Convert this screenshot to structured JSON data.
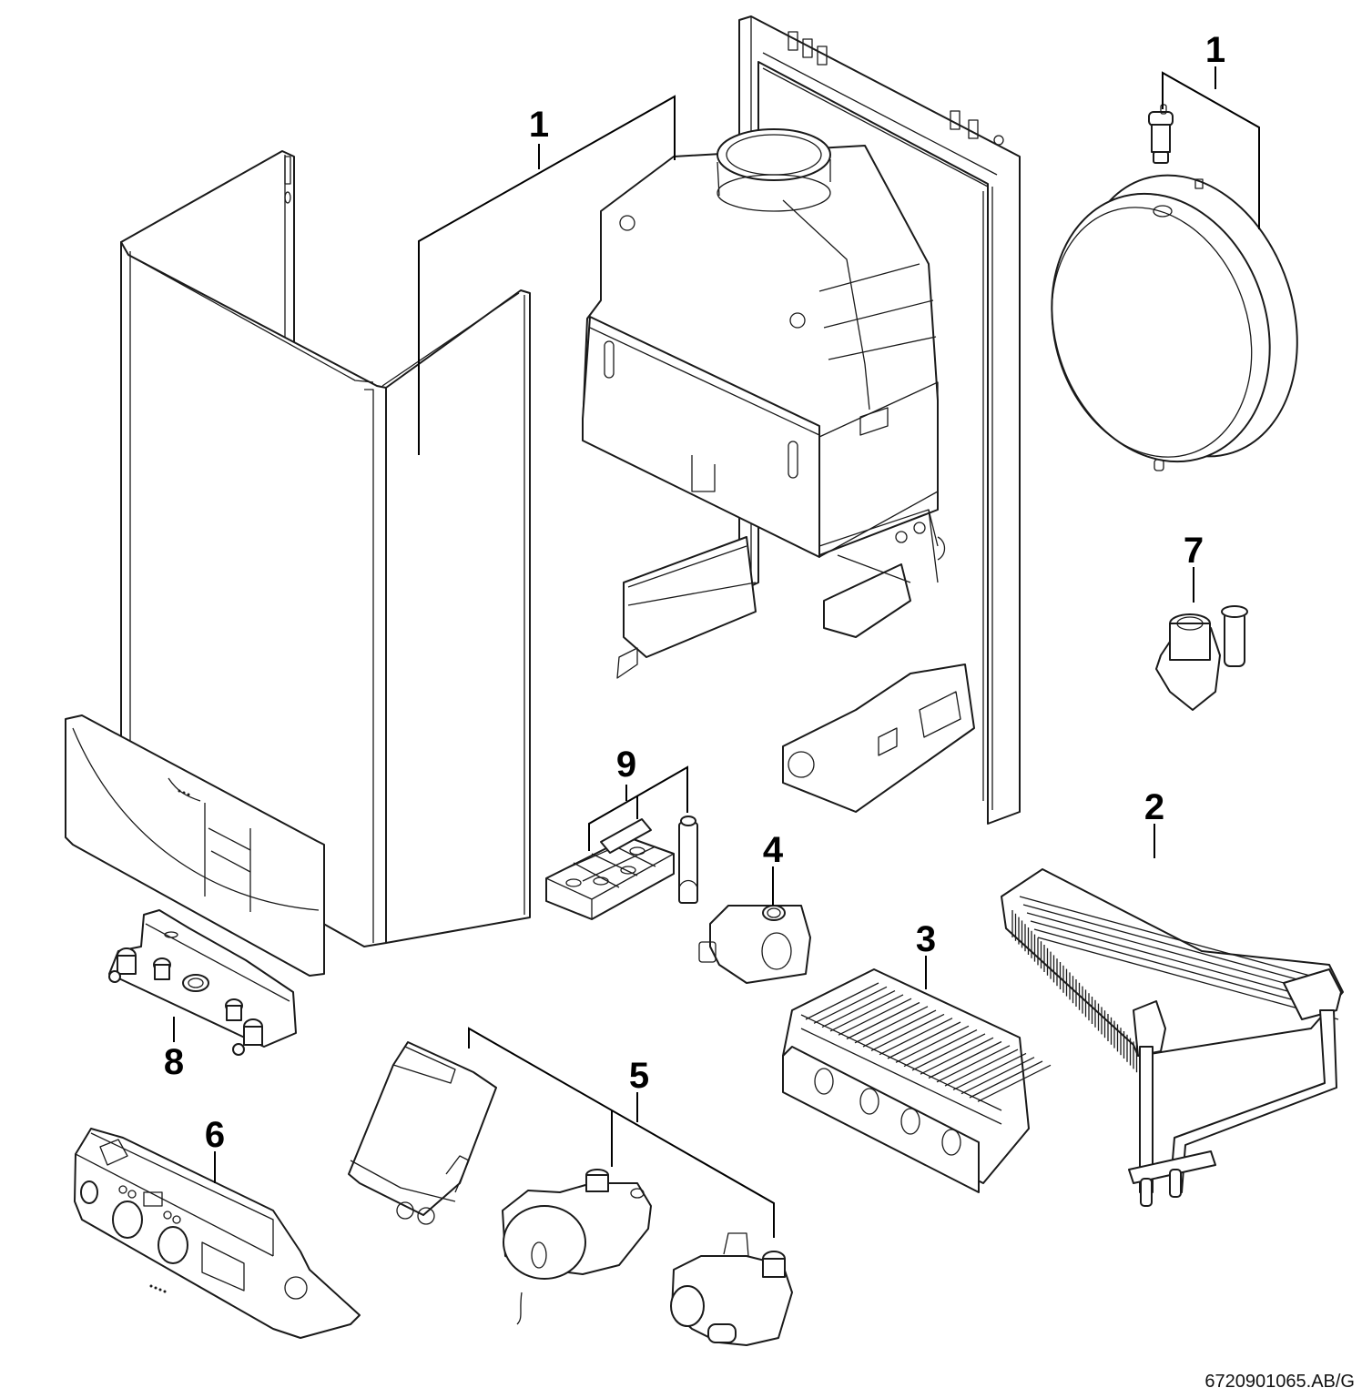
{
  "diagram": {
    "type": "exploded-parts-view",
    "subject": "wall-hung gas boiler",
    "document_id": "6720901065.AB/G",
    "callouts": [
      {
        "id": "c1a",
        "label": "1",
        "part": "casing"
      },
      {
        "id": "c1b",
        "label": "1",
        "part": "expansion vessel with air vent"
      },
      {
        "id": "c7",
        "label": "7",
        "part": "diverter valve"
      },
      {
        "id": "c9",
        "label": "9",
        "part": "seal kit and grease tube"
      },
      {
        "id": "c2",
        "label": "2",
        "part": "primary heat exchanger"
      },
      {
        "id": "c4",
        "label": "4",
        "part": "gas valve"
      },
      {
        "id": "c3",
        "label": "3",
        "part": "burner"
      },
      {
        "id": "c8",
        "label": "8",
        "part": "mounting bracket with valves"
      },
      {
        "id": "c5",
        "label": "5",
        "part": "pump, plate heat exchanger, hydraulic block"
      },
      {
        "id": "c6",
        "label": "6",
        "part": "control panel"
      }
    ],
    "colors": {
      "line": "#1a1a1a",
      "background": "#ffffff"
    }
  }
}
